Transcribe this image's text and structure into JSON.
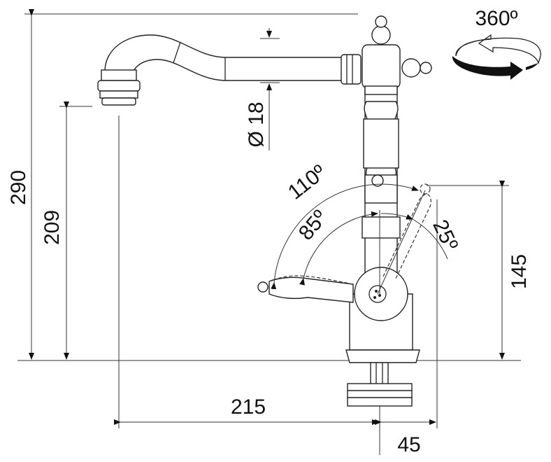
{
  "dimensions": {
    "total_height": "290",
    "spout_height": "209",
    "handle_height": "145",
    "spout_reach": "215",
    "base_offset": "45",
    "spout_diameter": "Ø 18"
  },
  "angles": {
    "rotation": "360º",
    "lever_full": "110º",
    "lever_main": "85º",
    "lever_back": "25º"
  },
  "colors": {
    "line": "#222222",
    "background": "#ffffff"
  }
}
